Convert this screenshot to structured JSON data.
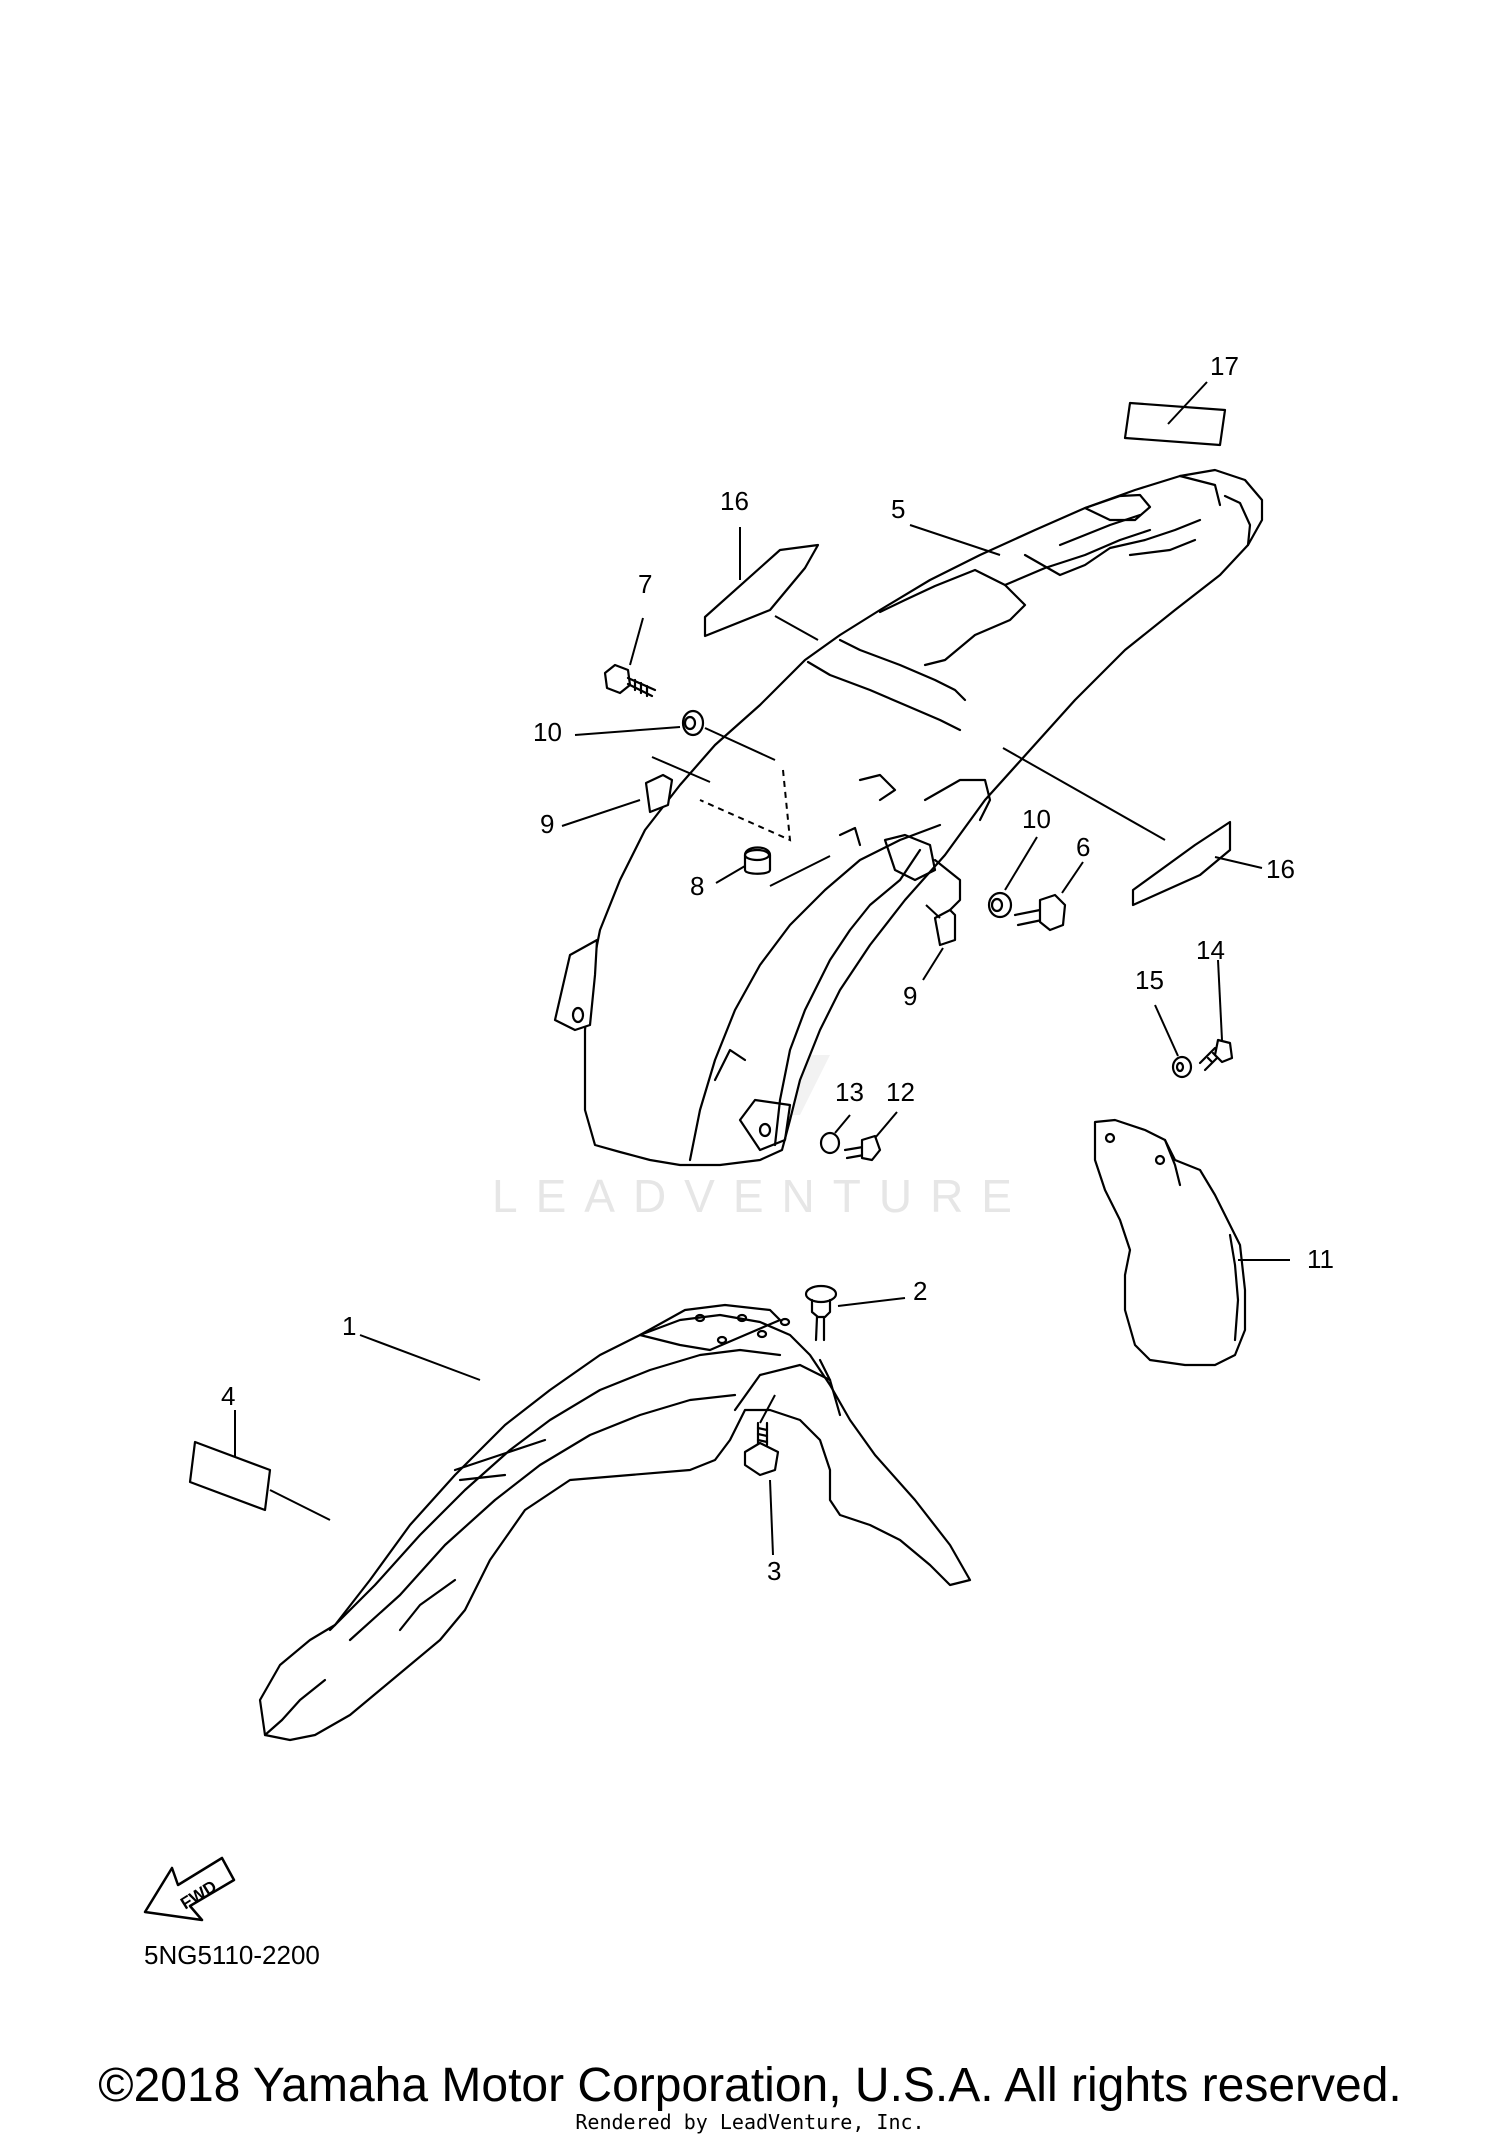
{
  "diagram": {
    "watermark": "LEADVENTURE",
    "fwd_label": "FWD",
    "reference_code": "5NG5110-2200",
    "callouts": [
      "1",
      "2",
      "3",
      "4",
      "5",
      "6",
      "7",
      "8",
      "9",
      "10",
      "11",
      "12",
      "13",
      "14",
      "15",
      "16",
      "17"
    ]
  },
  "footer": {
    "copyright": "©2018 Yamaha Motor Corporation, U.S.A. All rights reserved.",
    "rendered_by": "Rendered by LeadVenture, Inc."
  }
}
